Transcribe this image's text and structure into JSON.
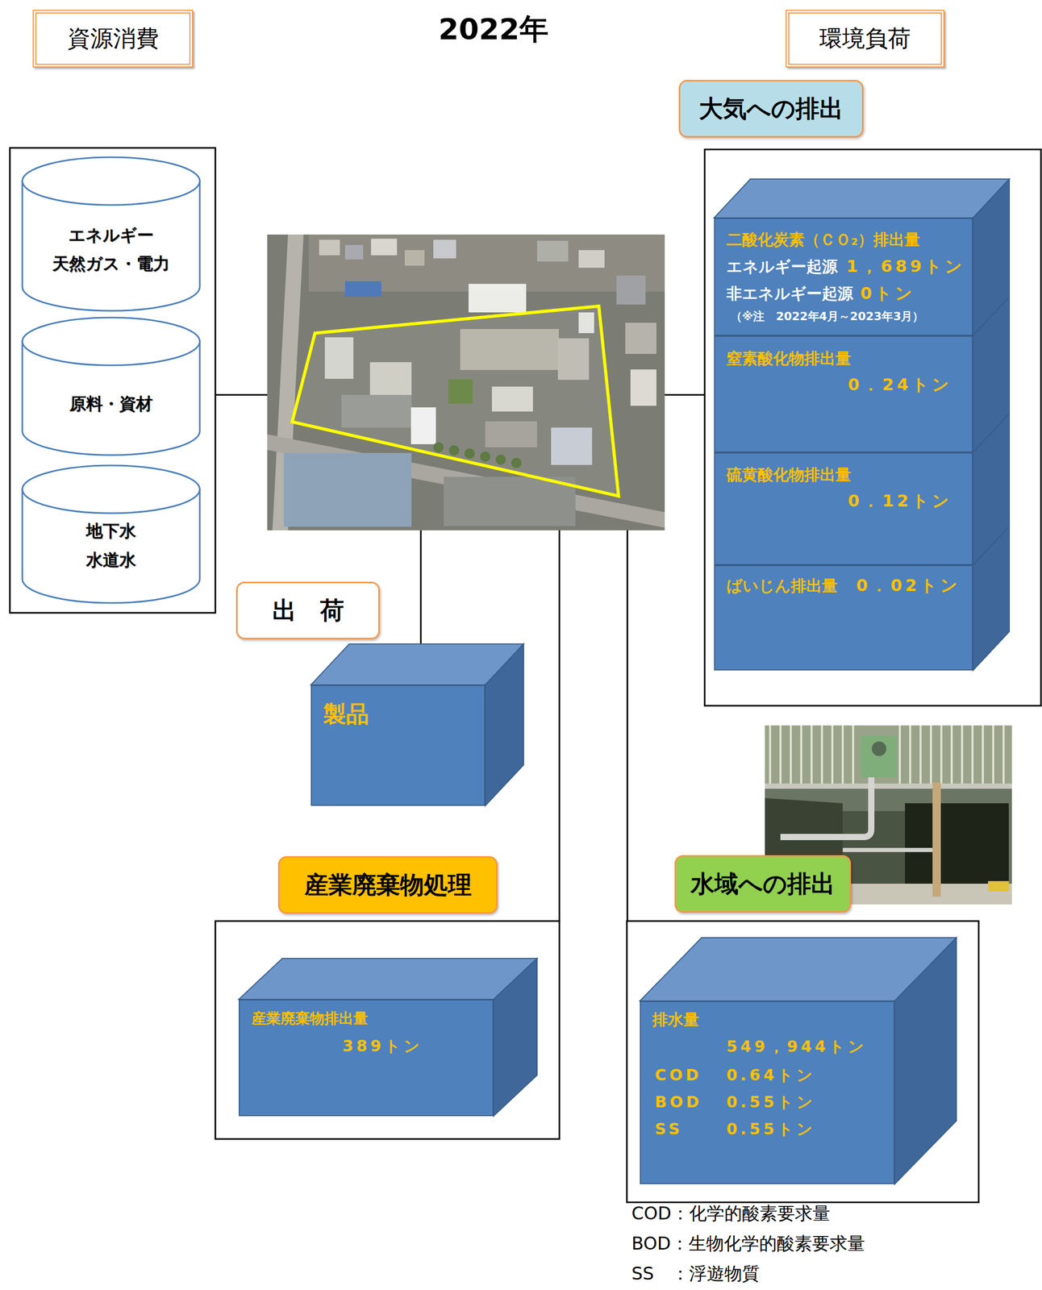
{
  "diagram": {
    "title": "2022年",
    "nodes": [
      {
        "text": [
          "資源消費"
        ]
      },
      {
        "text": [
          "環境負荷"
        ]
      },
      {
        "text": [
          "大気への排出"
        ]
      },
      {
        "text": [
          "エネルギー",
          "天然ガス・電力"
        ]
      },
      {
        "text": [
          "原料・資材"
        ]
      },
      {
        "text": [
          "地下水",
          "水道水"
        ]
      },
      {
        "text": [
          "二酸化炭素（ＣＯ₂）排出量",
          "エネルギー起源",
          "1，689トン",
          "非エネルギー起源",
          "0トン",
          "（※注　2022年4月～2023年3月）"
        ]
      },
      {
        "text": [
          "窒素酸化物排出量",
          "0．24トン"
        ]
      },
      {
        "text": [
          "硫黄酸化物排出量",
          "0．12トン"
        ]
      },
      {
        "text": [
          "ばいじん排出量",
          "0．02トン"
        ]
      },
      {
        "text": [
          "出　荷"
        ]
      },
      {
        "text": [
          "製品"
        ]
      },
      {
        "text": [
          "産業廃棄物処理"
        ]
      },
      {
        "text": [
          "水域への排出"
        ]
      },
      {
        "text": [
          "産業廃棄物排出量",
          "389トン"
        ]
      },
      {
        "text": [
          "排水量",
          "549，944トン",
          "COD",
          "0.64トン",
          "BOD",
          "0.55トン",
          "SS",
          "0.55トン"
        ]
      }
    ],
    "labels": [
      "COD：化学的酸素要求量",
      "BOD：生物化学的酸素要求量",
      "SS　：浮遊物質"
    ]
  }
}
